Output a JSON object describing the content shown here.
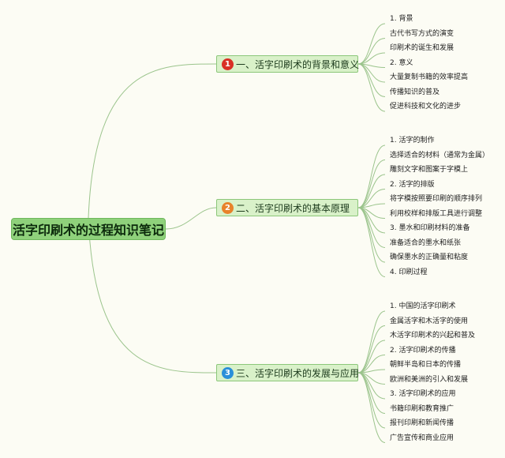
{
  "root": {
    "label": "活字印刷术的过程知识笔记"
  },
  "branches": [
    {
      "number": "1",
      "number_color": "#d93025",
      "label": "一、活字印刷术的背景和意义",
      "leaves": [
        "1. 背景",
        "古代书写方式的演变",
        "印刷术的诞生和发展",
        "2. 意义",
        "大量复制书籍的效率提高",
        "传播知识的普及",
        "促进科技和文化的进步"
      ]
    },
    {
      "number": "2",
      "number_color": "#e8822a",
      "label": "二、活字印刷术的基本原理",
      "leaves": [
        "1. 活字的制作",
        "选择适合的材料（通常为金属）",
        "雕刻文字和图案于字模上",
        "2. 活字的排版",
        "将字模按照要印刷的顺序排列",
        "利用校样和排版工具进行调整",
        "3. 墨水和印刷材料的准备",
        "准备适合的墨水和纸张",
        "确保墨水的正确量和粘度",
        "4. 印刷过程"
      ]
    },
    {
      "number": "3",
      "number_color": "#2a8fd9",
      "label": "三、活字印刷术的发展与应用",
      "leaves": [
        "1. 中国的活字印刷术",
        "金属活字和木活字的使用",
        "木活字印刷术的兴起和普及",
        "2. 活字印刷术的传播",
        "朝鲜半岛和日本的传播",
        "欧洲和美洲的引入和发展",
        "3. 活字印刷术的应用",
        "书籍印刷和教育推广",
        "报刊印刷和新闻传播",
        "广告宣传和商业应用"
      ]
    }
  ],
  "colors": {
    "line": "#9bc48c",
    "root_fill": "#8fd17b",
    "branch_fill": "#d9f1c9"
  }
}
